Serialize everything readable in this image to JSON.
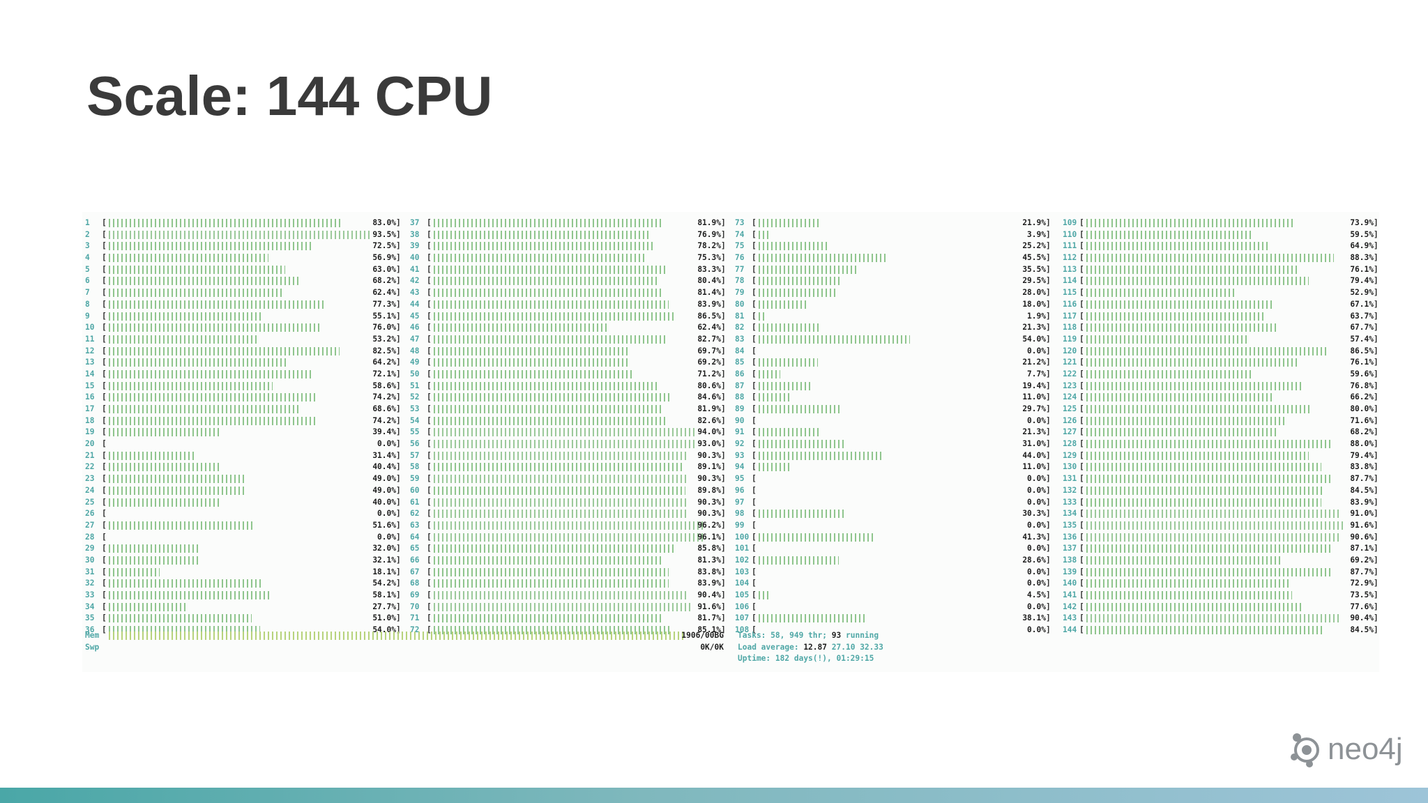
{
  "slide": {
    "title": "Scale: 144 CPU"
  },
  "htop": {
    "columns": [
      {
        "cpus": [
          {
            "n": "1",
            "pct": "83.0%"
          },
          {
            "n": "2",
            "pct": "93.5%"
          },
          {
            "n": "3",
            "pct": "72.5%"
          },
          {
            "n": "4",
            "pct": "56.9%"
          },
          {
            "n": "5",
            "pct": "63.0%"
          },
          {
            "n": "6",
            "pct": "68.2%"
          },
          {
            "n": "7",
            "pct": "62.4%"
          },
          {
            "n": "8",
            "pct": "77.3%"
          },
          {
            "n": "9",
            "pct": "55.1%"
          },
          {
            "n": "10",
            "pct": "76.0%"
          },
          {
            "n": "11",
            "pct": "53.2%"
          },
          {
            "n": "12",
            "pct": "82.5%"
          },
          {
            "n": "13",
            "pct": "64.2%"
          },
          {
            "n": "14",
            "pct": "72.1%"
          },
          {
            "n": "15",
            "pct": "58.6%"
          },
          {
            "n": "16",
            "pct": "74.2%"
          },
          {
            "n": "17",
            "pct": "68.6%"
          },
          {
            "n": "18",
            "pct": "74.2%"
          },
          {
            "n": "19",
            "pct": "39.4%"
          },
          {
            "n": "20",
            "pct": "0.0%"
          },
          {
            "n": "21",
            "pct": "31.4%"
          },
          {
            "n": "22",
            "pct": "40.4%"
          },
          {
            "n": "23",
            "pct": "49.0%"
          },
          {
            "n": "24",
            "pct": "49.0%"
          },
          {
            "n": "25",
            "pct": "40.0%"
          },
          {
            "n": "26",
            "pct": "0.0%"
          },
          {
            "n": "27",
            "pct": "51.6%"
          },
          {
            "n": "28",
            "pct": "0.0%"
          },
          {
            "n": "29",
            "pct": "32.0%"
          },
          {
            "n": "30",
            "pct": "32.1%"
          },
          {
            "n": "31",
            "pct": "18.1%"
          },
          {
            "n": "32",
            "pct": "54.2%"
          },
          {
            "n": "33",
            "pct": "58.1%"
          },
          {
            "n": "34",
            "pct": "27.7%"
          },
          {
            "n": "35",
            "pct": "51.0%"
          },
          {
            "n": "36",
            "pct": "54.0%"
          }
        ]
      },
      {
        "cpus": [
          {
            "n": "37",
            "pct": "81.9%"
          },
          {
            "n": "38",
            "pct": "76.9%"
          },
          {
            "n": "39",
            "pct": "78.2%"
          },
          {
            "n": "40",
            "pct": "75.3%"
          },
          {
            "n": "41",
            "pct": "83.3%"
          },
          {
            "n": "42",
            "pct": "80.4%"
          },
          {
            "n": "43",
            "pct": "81.4%"
          },
          {
            "n": "44",
            "pct": "83.9%"
          },
          {
            "n": "45",
            "pct": "86.5%"
          },
          {
            "n": "46",
            "pct": "62.4%"
          },
          {
            "n": "47",
            "pct": "82.7%"
          },
          {
            "n": "48",
            "pct": "69.7%"
          },
          {
            "n": "49",
            "pct": "69.2%"
          },
          {
            "n": "50",
            "pct": "71.2%"
          },
          {
            "n": "51",
            "pct": "80.6%"
          },
          {
            "n": "52",
            "pct": "84.6%"
          },
          {
            "n": "53",
            "pct": "81.9%"
          },
          {
            "n": "54",
            "pct": "82.6%"
          },
          {
            "n": "55",
            "pct": "94.0%"
          },
          {
            "n": "56",
            "pct": "93.0%"
          },
          {
            "n": "57",
            "pct": "90.3%"
          },
          {
            "n": "58",
            "pct": "89.1%"
          },
          {
            "n": "59",
            "pct": "90.3%"
          },
          {
            "n": "60",
            "pct": "89.8%"
          },
          {
            "n": "61",
            "pct": "90.3%"
          },
          {
            "n": "62",
            "pct": "90.3%"
          },
          {
            "n": "63",
            "pct": "96.2%"
          },
          {
            "n": "64",
            "pct": "96.1%"
          },
          {
            "n": "65",
            "pct": "85.8%"
          },
          {
            "n": "66",
            "pct": "81.3%"
          },
          {
            "n": "67",
            "pct": "83.8%"
          },
          {
            "n": "68",
            "pct": "83.9%"
          },
          {
            "n": "69",
            "pct": "90.4%"
          },
          {
            "n": "70",
            "pct": "91.6%"
          },
          {
            "n": "71",
            "pct": "81.7%"
          },
          {
            "n": "72",
            "pct": "85.1%"
          }
        ]
      },
      {
        "cpus": [
          {
            "n": "73",
            "pct": "21.9%"
          },
          {
            "n": "74",
            "pct": "3.9%"
          },
          {
            "n": "75",
            "pct": "25.2%"
          },
          {
            "n": "76",
            "pct": "45.5%"
          },
          {
            "n": "77",
            "pct": "35.5%"
          },
          {
            "n": "78",
            "pct": "29.5%"
          },
          {
            "n": "79",
            "pct": "28.0%"
          },
          {
            "n": "80",
            "pct": "18.0%"
          },
          {
            "n": "81",
            "pct": "1.9%"
          },
          {
            "n": "82",
            "pct": "21.3%"
          },
          {
            "n": "83",
            "pct": "54.0%"
          },
          {
            "n": "84",
            "pct": "0.0%"
          },
          {
            "n": "85",
            "pct": "21.2%"
          },
          {
            "n": "86",
            "pct": "7.7%"
          },
          {
            "n": "87",
            "pct": "19.4%"
          },
          {
            "n": "88",
            "pct": "11.0%"
          },
          {
            "n": "89",
            "pct": "29.7%"
          },
          {
            "n": "90",
            "pct": "0.0%"
          },
          {
            "n": "91",
            "pct": "21.3%"
          },
          {
            "n": "92",
            "pct": "31.0%"
          },
          {
            "n": "93",
            "pct": "44.0%"
          },
          {
            "n": "94",
            "pct": "11.0%"
          },
          {
            "n": "95",
            "pct": "0.0%"
          },
          {
            "n": "96",
            "pct": "0.0%"
          },
          {
            "n": "97",
            "pct": "0.0%"
          },
          {
            "n": "98",
            "pct": "30.3%"
          },
          {
            "n": "99",
            "pct": "0.0%"
          },
          {
            "n": "100",
            "pct": "41.3%"
          },
          {
            "n": "101",
            "pct": "0.0%"
          },
          {
            "n": "102",
            "pct": "28.6%"
          },
          {
            "n": "103",
            "pct": "0.0%"
          },
          {
            "n": "104",
            "pct": "0.0%"
          },
          {
            "n": "105",
            "pct": "4.5%"
          },
          {
            "n": "106",
            "pct": "0.0%"
          },
          {
            "n": "107",
            "pct": "38.1%"
          },
          {
            "n": "108",
            "pct": "0.0%"
          }
        ]
      },
      {
        "cpus": [
          {
            "n": "109",
            "pct": "73.9%"
          },
          {
            "n": "110",
            "pct": "59.5%"
          },
          {
            "n": "111",
            "pct": "64.9%"
          },
          {
            "n": "112",
            "pct": "88.3%"
          },
          {
            "n": "113",
            "pct": "76.1%"
          },
          {
            "n": "114",
            "pct": "79.4%"
          },
          {
            "n": "115",
            "pct": "52.9%"
          },
          {
            "n": "116",
            "pct": "67.1%"
          },
          {
            "n": "117",
            "pct": "63.7%"
          },
          {
            "n": "118",
            "pct": "67.7%"
          },
          {
            "n": "119",
            "pct": "57.4%"
          },
          {
            "n": "120",
            "pct": "86.5%"
          },
          {
            "n": "121",
            "pct": "76.1%"
          },
          {
            "n": "122",
            "pct": "59.6%"
          },
          {
            "n": "123",
            "pct": "76.8%"
          },
          {
            "n": "124",
            "pct": "66.2%"
          },
          {
            "n": "125",
            "pct": "80.0%"
          },
          {
            "n": "126",
            "pct": "71.6%"
          },
          {
            "n": "127",
            "pct": "68.2%"
          },
          {
            "n": "128",
            "pct": "88.0%"
          },
          {
            "n": "129",
            "pct": "79.4%"
          },
          {
            "n": "130",
            "pct": "83.8%"
          },
          {
            "n": "131",
            "pct": "87.7%"
          },
          {
            "n": "132",
            "pct": "84.5%"
          },
          {
            "n": "133",
            "pct": "83.9%"
          },
          {
            "n": "134",
            "pct": "91.0%"
          },
          {
            "n": "135",
            "pct": "91.6%"
          },
          {
            "n": "136",
            "pct": "90.6%"
          },
          {
            "n": "137",
            "pct": "87.1%"
          },
          {
            "n": "138",
            "pct": "69.2%"
          },
          {
            "n": "139",
            "pct": "87.7%"
          },
          {
            "n": "140",
            "pct": "72.9%"
          },
          {
            "n": "141",
            "pct": "73.5%"
          },
          {
            "n": "142",
            "pct": "77.6%"
          },
          {
            "n": "143",
            "pct": "90.4%"
          },
          {
            "n": "144",
            "pct": "84.5%"
          }
        ]
      }
    ],
    "mem": {
      "label": "Mem",
      "value": "1906/00BG",
      "fraction": 0.99
    },
    "swp": {
      "label": "Swp",
      "value": "0K/0K",
      "fraction": 0.0
    },
    "info": {
      "tasks_label": "Tasks:",
      "tasks_value": "58, 949 thr;",
      "running_value": "93",
      "running_label": "running",
      "load_label": "Load average:",
      "load_1": "12.87",
      "load_5": "27.10",
      "load_15": "32.33",
      "uptime_label": "Uptime:",
      "uptime_value": "182 days(!), 01:29:15"
    },
    "bar_color": "#8fc58d",
    "mem_bar_color": "#b7d37c",
    "label_color": "#4fa7a6"
  },
  "branding": {
    "logo_text": "neo4j",
    "logo_icon": "neo4j-graph-logo-icon",
    "band_color_start": "#4aa7a7",
    "band_color_end": "#9dc4d8"
  }
}
